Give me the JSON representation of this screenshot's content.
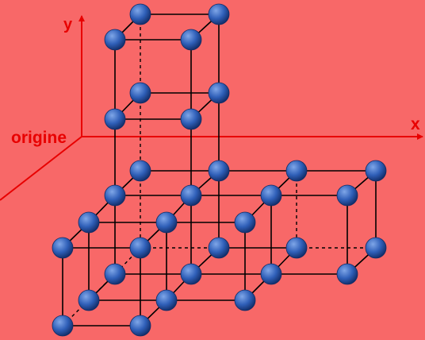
{
  "labels": {
    "origin": "origine",
    "x_axis": "x",
    "y_axis": "y"
  },
  "colors": {
    "background": "#f86868",
    "axis": "#e80000",
    "edge": "#000000",
    "atom": "#2f5fb8",
    "atom_highlight": "#7fa6e8",
    "atom_shadow": "#122c66"
  }
}
